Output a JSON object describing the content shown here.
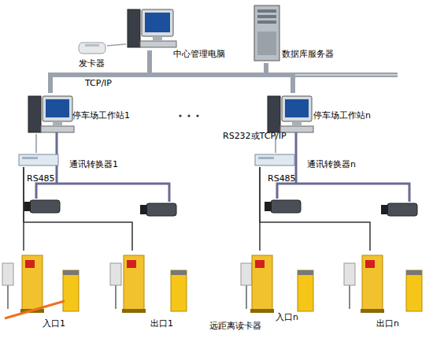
{
  "diagram": {
    "nodes": [
      {
        "text": [
          "发卡器"
        ]
      },
      {
        "text": [
          "中心管理电脑"
        ]
      },
      {
        "text": [
          "数据库服务器"
        ]
      },
      {
        "text": [
          "停车场工作站1"
        ]
      },
      {
        "text": [
          "停车场工作站n"
        ]
      },
      {
        "text": [
          "通讯转换器1"
        ]
      },
      {
        "text": [
          "通讯转换器n"
        ]
      },
      {
        "text": [
          "入口1"
        ]
      },
      {
        "text": [
          "出口1"
        ]
      },
      {
        "text": [
          "入口n"
        ]
      },
      {
        "text": [
          "出口n"
        ]
      }
    ],
    "edges": [
      {
        "from": 0,
        "to": 1,
        "arrow": "none"
      },
      {
        "from": 1,
        "to": 2,
        "arrow": "none"
      },
      {
        "from": 1,
        "to": 3,
        "label": "TCP/IP",
        "arrow": "none"
      },
      {
        "from": 1,
        "to": 4,
        "arrow": "none"
      },
      {
        "from": 3,
        "to": 5,
        "arrow": "none"
      },
      {
        "from": 4,
        "to": 6,
        "label": "RS232或TCP/IP",
        "arrow": "none"
      },
      {
        "from": 5,
        "to": 7,
        "label": "RS485",
        "arrow": "none"
      },
      {
        "from": 5,
        "to": 8,
        "arrow": "none"
      },
      {
        "from": 6,
        "to": 9,
        "label": "RS485",
        "arrow": "none"
      },
      {
        "from": 6,
        "to": 10,
        "arrow": "none"
      }
    ],
    "labels": [
      "远距离读卡器"
    ]
  }
}
